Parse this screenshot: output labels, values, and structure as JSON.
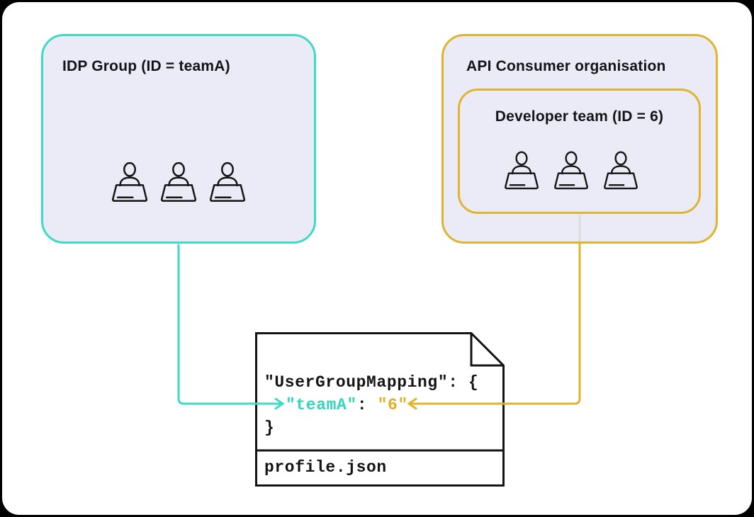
{
  "idp_group": {
    "title": "IDP Group (ID = teamA)",
    "member_count": 3
  },
  "api_consumer_org": {
    "title": "API Consumer organisation",
    "developer_team": {
      "title": "Developer team (ID = 6)",
      "member_count": 3
    }
  },
  "profile_file": {
    "line_open": "\"UserGroupMapping\": {",
    "mapping_key": "\"teamA\"",
    "mapping_separator": ": ",
    "mapping_value": "\"6\"",
    "line_close": "}",
    "filename": "profile.json"
  },
  "icons": {
    "member_icon": "person-at-laptop-icon",
    "file_icon": "folded-page-icon"
  },
  "colors": {
    "teal_accent": "#3EDBC4",
    "gold_accent": "#DFB42E",
    "box_fill": "#EBEBF7",
    "connector_gray": "#DCDCDC",
    "ink": "#141414",
    "card_background": "#FFFFFF",
    "page_background": "#000000"
  }
}
